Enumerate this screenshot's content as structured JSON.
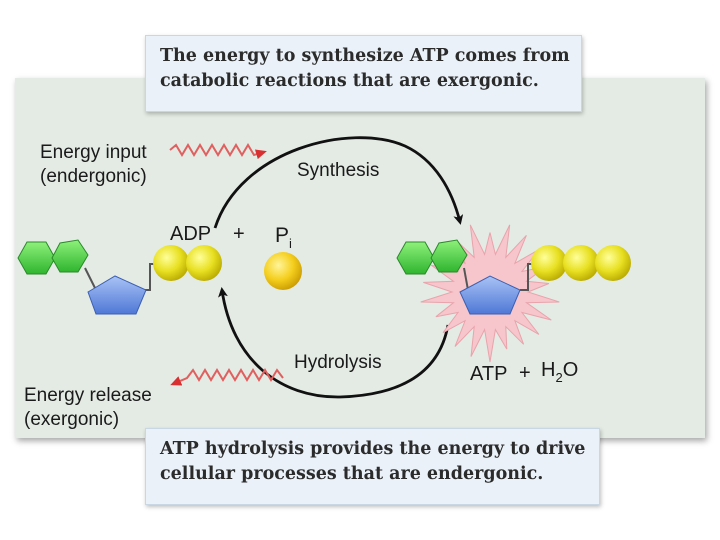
{
  "callouts": {
    "top_line1": "The energy to synthesize ATP comes from",
    "top_line2": "catabolic reactions that are exergonic.",
    "bottom_line1": "ATP hydrolysis provides the energy to drive",
    "bottom_line2": "cellular processes that are endergonic."
  },
  "labels": {
    "energy_input_line1": "Energy input",
    "energy_input_line2": "(endergonic)",
    "energy_release_line1": "Energy release",
    "energy_release_line2": "(exergonic)",
    "synthesis": "Synthesis",
    "hydrolysis": "Hydrolysis",
    "adp": "ADP",
    "plus1": "+",
    "pi_main": "P",
    "pi_sub": "i",
    "atp": "ATP",
    "plus2": "+",
    "water_h": "H",
    "water_sub": "2",
    "water_o": "O"
  },
  "colors": {
    "panel": "#e4ebe4",
    "callout": "#eaf1f8",
    "hexagon": "#44cc44",
    "pentagon": "#7aa0e8",
    "phosphate": "#e8e021",
    "burst": "#f6c6cc",
    "squiggle": "#e06060"
  }
}
